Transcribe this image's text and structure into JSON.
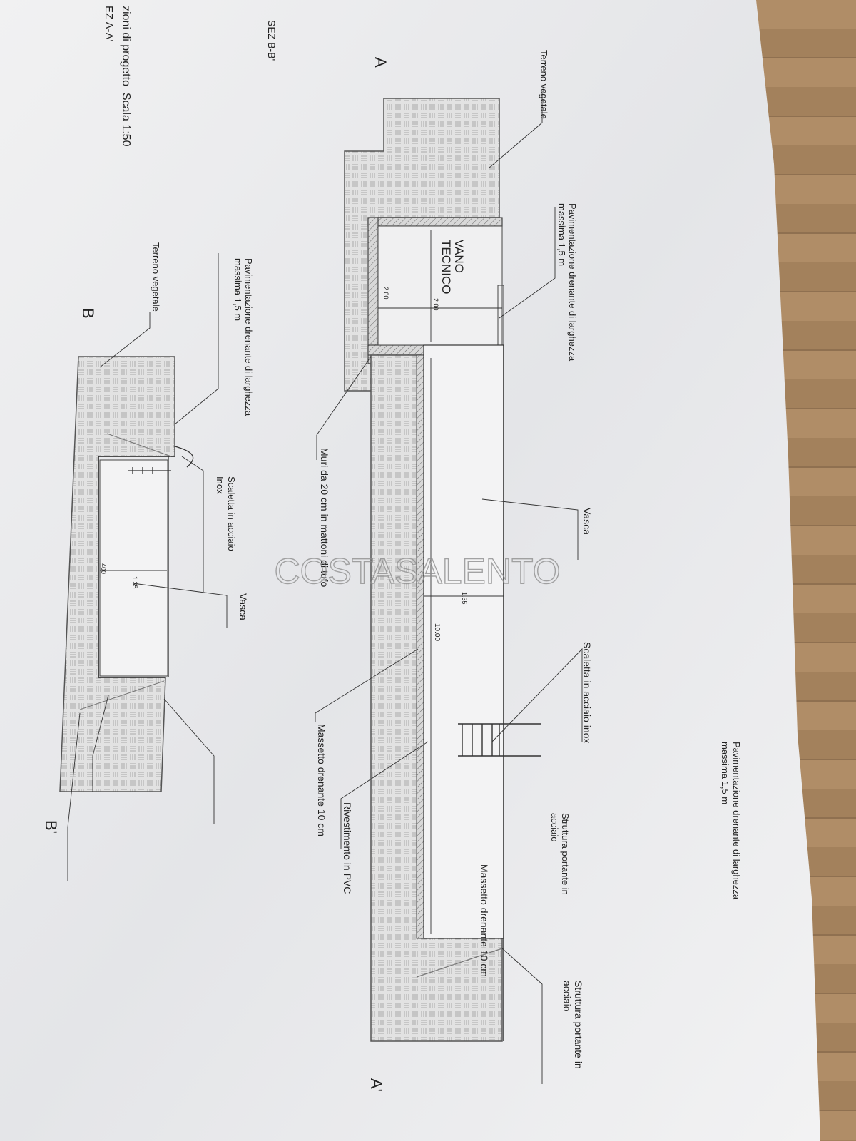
{
  "header": {
    "title": "zioni di progetto_Scala 1:50",
    "section_aa": "EZ A-A'",
    "section_bb": "SEZ B-B'"
  },
  "section_aa": {
    "start_marker": "A",
    "end_marker": "A'",
    "labels": {
      "terreno_vegetale": "Terreno vegetale",
      "pavimentazione_line1": "Pavimentazione drenante di larghezza",
      "pavimentazione_line2": "massima 1,5 m",
      "vano_line1": "VANO",
      "vano_line2": "TECNICO",
      "vasca": "Vasca",
      "scaletta": "Scaletta in acciaio inox",
      "muri": "Muri da 20 cm in mattoni di tufo",
      "massetto": "Massetto drenante 10 cm",
      "rivestimento": "Rivestimento in PVC",
      "struttura_line1": "Struttura portante in",
      "struttura_line2": "acciaio"
    },
    "dimensions": {
      "vano_width": "2.00",
      "vano_height": "2.00",
      "pool_depth": "1.35",
      "pool_length": "10.00"
    }
  },
  "section_bb": {
    "start_marker": "B",
    "end_marker": "B'",
    "labels": {
      "terreno_vegetale": "Terreno vegetale",
      "pavimentazione_line1": "Pavimentazione drenante di larghezza",
      "pavimentazione_line2": "massima 1,5 m",
      "scaletta_line1": "Scaletta in acciaio",
      "scaletta_line2": "Inox",
      "vasca": "Vasca",
      "pavimentazione2_line1": "Pavimentazione drenante di larghezza",
      "pavimentazione2_line2": "massima 1,5 m",
      "struttura_line1": "Struttura portante in",
      "struttura_line2": "acciaio",
      "massetto": "Massetto drenante 10 cm"
    },
    "dimensions": {
      "pool_depth": "1.35",
      "pool_width": "400"
    }
  },
  "watermark": "COSTASALENTO"
}
